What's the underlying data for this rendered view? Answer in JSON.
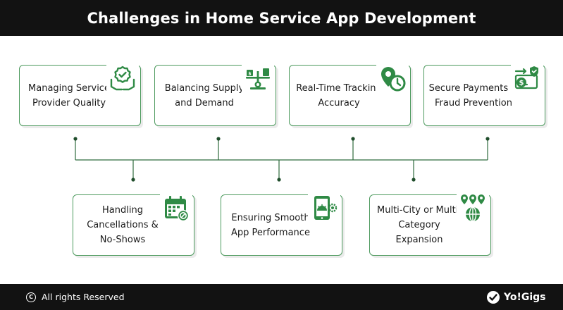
{
  "title": "Challenges in Home Service App Development",
  "challenges_top": [
    {
      "label": "Managing Service Provider Quality",
      "icon": "quality-shield-hands-icon"
    },
    {
      "label": "Balancing Supply and Demand",
      "icon": "scale-balance-icon"
    },
    {
      "label": "Real-Time Tracking Accuracy",
      "icon": "location-clock-icon"
    },
    {
      "label": "Secure Payments & Fraud Prevention",
      "icon": "secure-payment-icon"
    }
  ],
  "challenges_bottom": [
    {
      "label": "Handling Cancellations & No-Shows",
      "icon": "calendar-cancel-icon"
    },
    {
      "label": "Ensuring Smooth App Performance",
      "icon": "phone-gear-icon"
    },
    {
      "label": "Multi-City or Multi-Category Expansion",
      "icon": "globe-pins-icon"
    }
  ],
  "footer": {
    "copyright": "All rights Reserved",
    "brand": "Yo!Gigs"
  },
  "colors": {
    "accent": "#2f8a45",
    "header_bg": "#121212",
    "border": "#4d9a5e"
  }
}
